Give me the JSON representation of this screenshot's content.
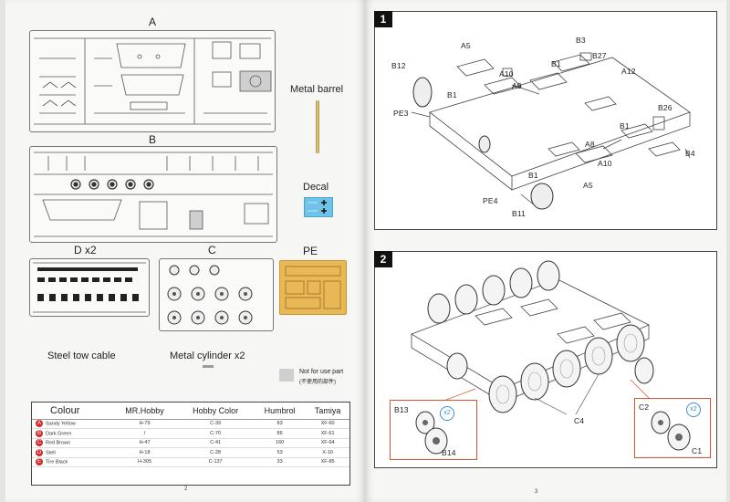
{
  "left_page": {
    "sprues": {
      "A": "A",
      "B": "B",
      "D": "D x2",
      "C": "C",
      "PE": "PE"
    },
    "extras": {
      "metal_barrel": "Metal barrel",
      "decal": "Decal",
      "steel_tow_cable": "Steel tow cable",
      "metal_cylinder": "Metal cylinder x2",
      "not_for_use_en": "Not for use part",
      "not_for_use_cn": "(不使用的部件)"
    },
    "colour_table": {
      "headers": [
        "Colour",
        "MR.Hobby",
        "Hobby Color",
        "Humbrol",
        "Tamiya"
      ],
      "rows": [
        {
          "letter": "A",
          "name": "Sandy Yellow",
          "mrhobby": "H-79",
          "hobby": "C-39",
          "humbrol": "83",
          "tamiya": "XF-60"
        },
        {
          "letter": "B",
          "name": "Dark Green",
          "mrhobby": "/",
          "hobby": "C-70",
          "humbrol": "86",
          "tamiya": "XF-61"
        },
        {
          "letter": "C",
          "name": "Red Brown",
          "mrhobby": "H-47",
          "hobby": "C-41",
          "humbrol": "160",
          "tamiya": "XF-64"
        },
        {
          "letter": "D",
          "name": "Stell",
          "mrhobby": "H-18",
          "hobby": "C-28",
          "humbrol": "53",
          "tamiya": "X-10"
        },
        {
          "letter": "E",
          "name": "Tire Black",
          "mrhobby": "H-305",
          "hobby": "C-137",
          "humbrol": "33",
          "tamiya": "XF-85"
        }
      ]
    },
    "page_number": "2"
  },
  "right_page": {
    "step1": {
      "number": "1",
      "labels": [
        "A5",
        "B3",
        "B1",
        "B27",
        "A12",
        "B12",
        "A10",
        "A9",
        "B1",
        "PE3",
        "B1",
        "B26",
        "A8",
        "B4",
        "A10",
        "B1",
        "A5",
        "PE4",
        "B11"
      ]
    },
    "step2": {
      "number": "2",
      "labels": [
        "C4",
        "B13",
        "B14",
        "C2",
        "C1"
      ],
      "x2_left": "x2",
      "x2_right": "x2"
    },
    "page_number": "3"
  },
  "colors": {
    "accent_red": "#d42a2a",
    "inset_border": "#d8532e",
    "x2_blue": "#3a8fd0",
    "pe_gold": "#e8b856",
    "decal_blue": "#6fc3e8"
  }
}
